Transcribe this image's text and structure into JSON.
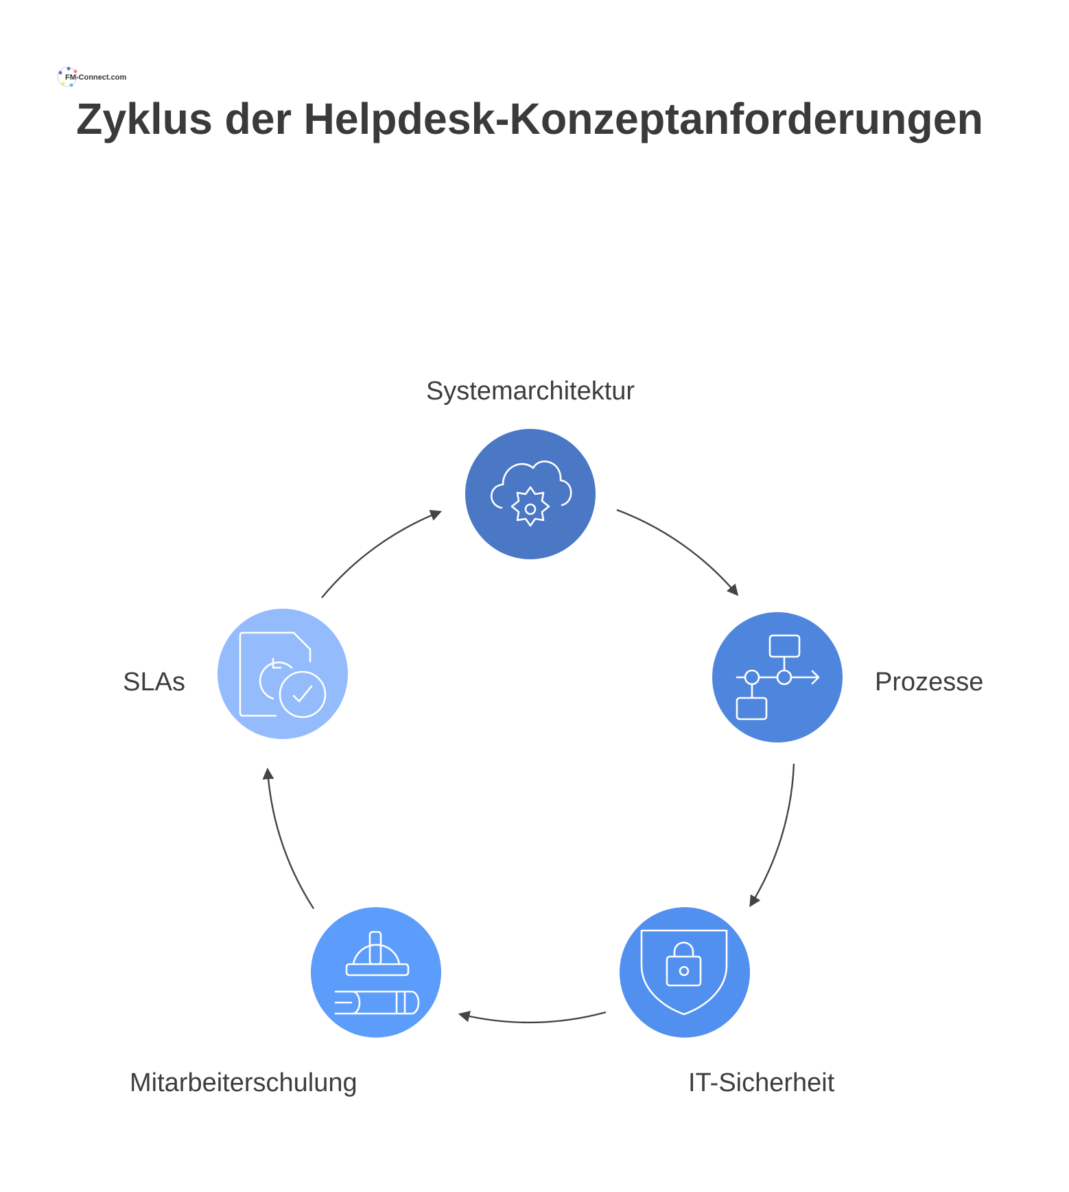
{
  "logo": {
    "text": "FM-Connect.com"
  },
  "title": "Zyklus der Helpdesk-Konzeptanforderungen",
  "cycle": {
    "nodes": [
      {
        "label": "Systemarchitektur",
        "icon": "cloud-gear-icon",
        "color": "#4a78c4"
      },
      {
        "label": "Prozesse",
        "icon": "process-flow-icon",
        "color": "#4f86dd"
      },
      {
        "label": "IT-Sicherheit",
        "icon": "shield-lock-icon",
        "color": "#5190ef"
      },
      {
        "label": "Mitarbeiterschulung",
        "icon": "hardhat-book-icon",
        "color": "#5c9cfb"
      },
      {
        "label": "SLAs",
        "icon": "document-clock-check-icon",
        "color": "#94bbfc"
      }
    ],
    "arrow_color": "#444444",
    "direction": "clockwise"
  }
}
